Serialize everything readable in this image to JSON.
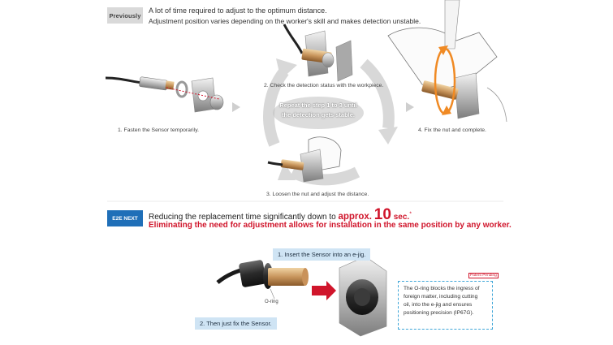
{
  "previously": {
    "badge": "Previously",
    "line1": "A lot of time required to adjust to the optimum distance.",
    "line2": "Adjustment position varies depending on the worker's skill and makes detection unstable."
  },
  "steps": {
    "step1": "1. Fasten the Sensor temporarily.",
    "step2": "2. Check the detection status with the workpiece.",
    "step3": "3. Loosen the nut and adjust the distance.",
    "step4": "4. Fix the nut and complete.",
    "repeat_line1": "Repeat the step 1 to 3 until",
    "repeat_line2": "the detection gets stable."
  },
  "new": {
    "badge": "E2E NEXT",
    "line1_prefix": "Reducing the replacement time significantly down to ",
    "approx": "approx.",
    "number": "10",
    "unit": "sec.",
    "star": "*",
    "line2": "Eliminating the need for adjustment allows for installation in the same position by any worker."
  },
  "callouts": {
    "insert": "1. Insert the Sensor into an e-jig.",
    "fix": "2. Then just fix the Sensor.",
    "oring": "O-ring"
  },
  "note": {
    "tag": "Patent Pending",
    "text_lines": [
      "The O-ring blocks the ingress of",
      "foreign matter, including cutting",
      "oil, into the e-jig and ensures",
      "positioning precision (IP67G)."
    ]
  },
  "colors": {
    "accent_red": "#d0152b",
    "accent_blue": "#1f6fb8",
    "callout_bg": "#cfe4f4",
    "orange_rotation": "#f08a24"
  }
}
